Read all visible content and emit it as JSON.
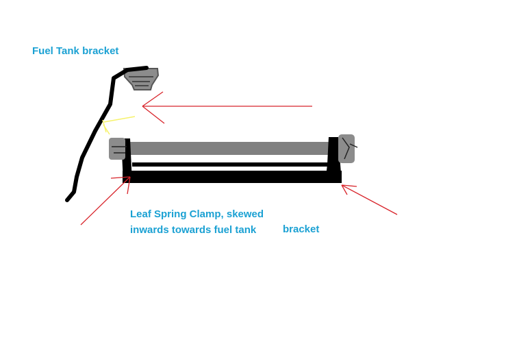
{
  "labels": {
    "fuel_tank_bracket": "Fuel Tank bracket",
    "leaf_clamp_line1": "Leaf Spring Clamp, skewed",
    "leaf_clamp_line2": "inwards towards fuel tank",
    "leaf_clamp_line3": "bracket"
  },
  "colors": {
    "label_text": "#1ba1d3",
    "arrow": "#d8232a",
    "highlight": "#f6f26b",
    "hose": "#000000",
    "clamp": "#000000",
    "spring_bar": "#808080",
    "bolt": "#8c8c8c"
  },
  "icons": {
    "fuel_tank_bracket": "bracket-icon",
    "bolts": "bolt-icon"
  }
}
